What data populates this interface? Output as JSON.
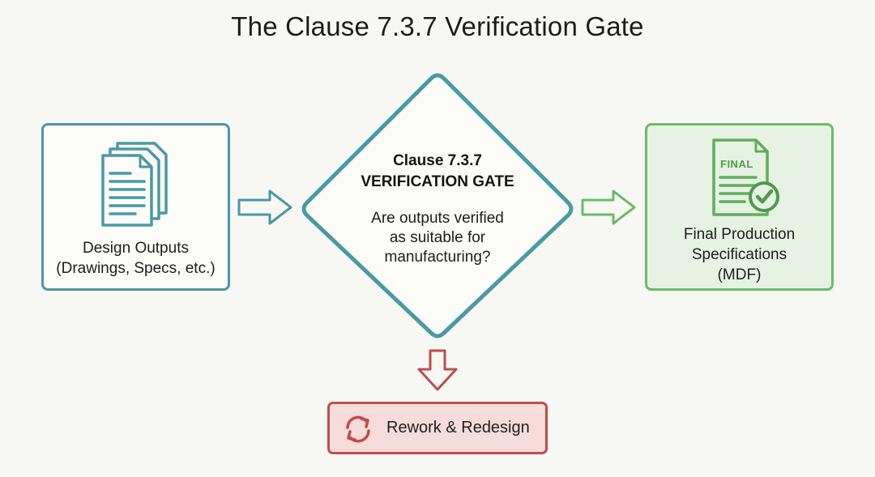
{
  "title": "The Clause 7.3.7 Verification Gate",
  "design_outputs": {
    "line1": "Design Outputs",
    "line2": "(Drawings, Specs, etc.)"
  },
  "gate": {
    "title_line1": "Clause 7.3.7",
    "title_line2": "VERIFICATION GATE",
    "question_line1": "Are outputs verified",
    "question_line2": "as suitable for",
    "question_line3": "manufacturing?"
  },
  "final_specs": {
    "doc_stamp": "FINAL",
    "line1": "Final Production",
    "line2": "Specifications",
    "line3": "(MDF)"
  },
  "rework": {
    "label": "Rework & Redesign"
  },
  "icons": {
    "design_outputs": "document-stack-icon",
    "final_specs": "final-document-check-icon",
    "rework": "refresh-cycle-icon"
  },
  "colors": {
    "teal": "#4a99a4",
    "green": "#6cbb6a",
    "green_fill": "#e6f2e2",
    "red": "#c04c4c",
    "red_fill": "#f6dcda"
  }
}
